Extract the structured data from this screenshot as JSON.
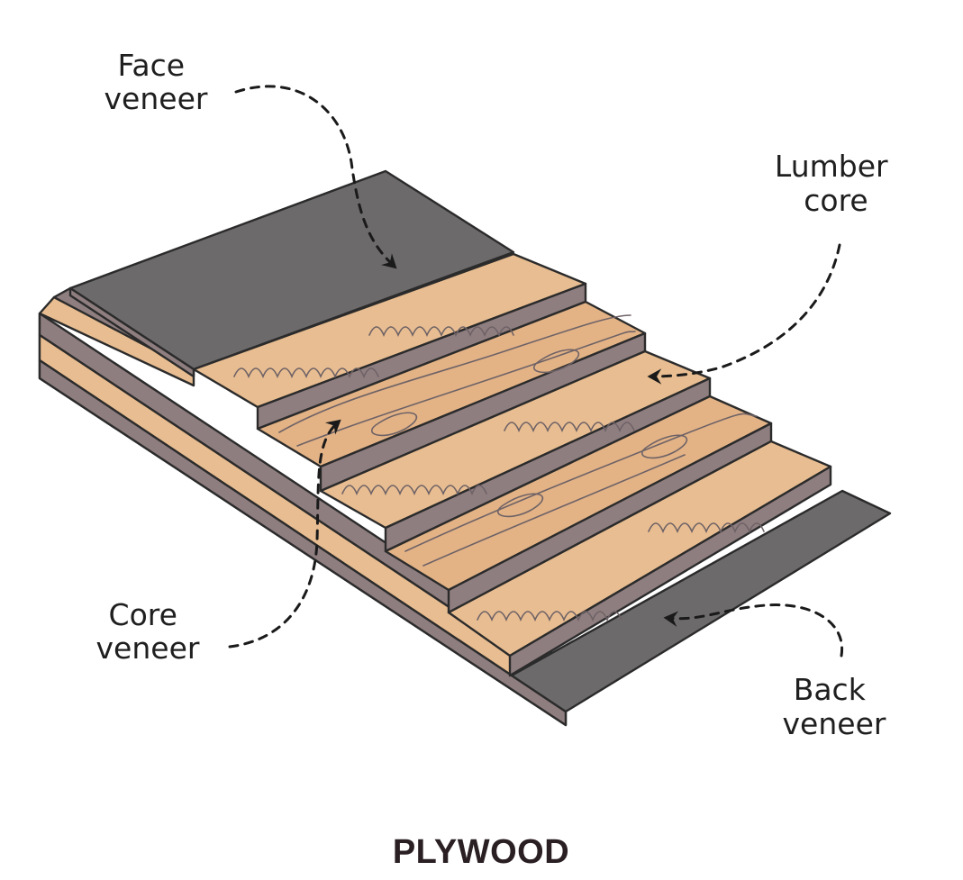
{
  "diagram": {
    "title": "PLYWOOD",
    "labels": {
      "face_veneer": [
        "Face",
        "veneer"
      ],
      "lumber_core": [
        "Lumber",
        "core"
      ],
      "core_veneer": [
        "Core",
        "veneer"
      ],
      "back_veneer": [
        "Back",
        "veneer"
      ]
    },
    "colors": {
      "dark_veneer": "#6d6a6b",
      "wood_light": "#e8bd91",
      "wood_dark": "#e3b386",
      "strip_side": "#8f7e80",
      "outline": "#2b2b2b",
      "title": "#2a1f22"
    }
  }
}
